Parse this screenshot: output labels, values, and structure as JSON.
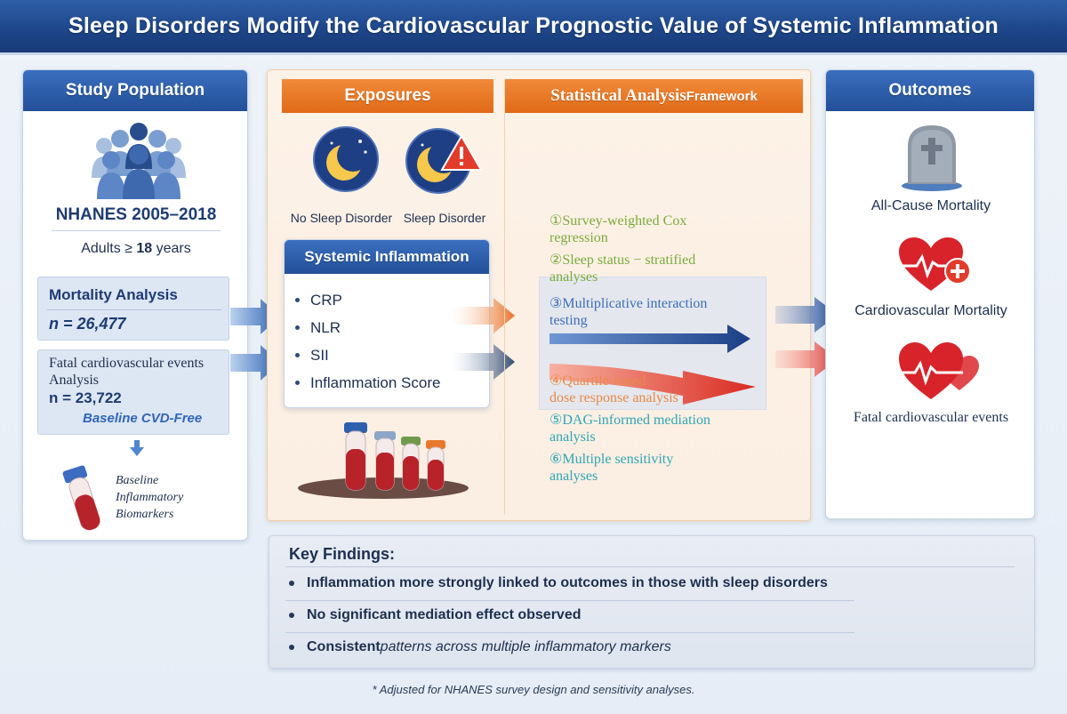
{
  "title": "Sleep Disorders Modify the Cardiovascular Prognostic Value of Systemic Inflammation",
  "study_population": {
    "header": "Study Population",
    "cohort": "NHANES 2005–2018",
    "adults_prefix": "Adults ≥ ",
    "adults_bold": "18",
    "adults_suffix": " years",
    "mortality_title": "Mortality Analysis",
    "mortality_n": "n = 26,477",
    "fatal_title": "Fatal cardiovascular events Analysis",
    "fatal_n": "n = 23,722",
    "fatal_baseline": "Baseline CVD-Free",
    "biomarkers_line1": "Baseline",
    "biomarkers_line2": "Inflammatory",
    "biomarkers_line3": "Biomarkers"
  },
  "exposures": {
    "header": "Exposures",
    "no_disorder": "No Sleep Disorder",
    "disorder": "Sleep Disorder"
  },
  "inflammation": {
    "header": "Systemic Inflammation",
    "items": [
      "CRP",
      "NLR",
      "SII",
      "Inflammation Score"
    ]
  },
  "stats": {
    "header_main": "Statistical Analysis",
    "header_small": " Framework",
    "item1_l1": "①Survey-weighted Cox",
    "item1_l2": "regression",
    "item2_l1": "②Sleep status − stratified",
    "item2_l2": "analyses",
    "item3_l1": "③Multiplicative interaction",
    "item3_l2": "testing",
    "item4_l1": "④Quartile-based",
    "item4_l2": "dose response analysis",
    "item5_l1": "⑤DAG-informed mediation",
    "item5_l2": "analysis",
    "item6_l1": "⑥Multiple sensitivity",
    "item6_l2": "analyses"
  },
  "outcomes": {
    "header": "Outcomes",
    "all_cause": "All-Cause Mortality",
    "cardio": "Cardiovascular Mortality",
    "fatal": "Fatal cardiovascular events"
  },
  "key_findings": {
    "header": "Key Findings:",
    "f1": "Inflammation more strongly linked to outcomes in those with sleep disorders",
    "f2": "No significant mediation effect observed",
    "f3_bold": "Consistent",
    "f3_rest": " patterns across multiple inflammatory markers"
  },
  "footnote": "* Adjusted for NHANES survey design and sensitivity analyses.",
  "colors": {
    "header_blue": "#234f98",
    "header_orange": "#e06a17",
    "arrow_blue": "#1e4a93",
    "arrow_red": "#e0342a",
    "stat_green": "#7aab3a",
    "stat_blue": "#3d6db8",
    "stat_orange": "#e98a48",
    "stat_teal": "#2fa6b4"
  }
}
